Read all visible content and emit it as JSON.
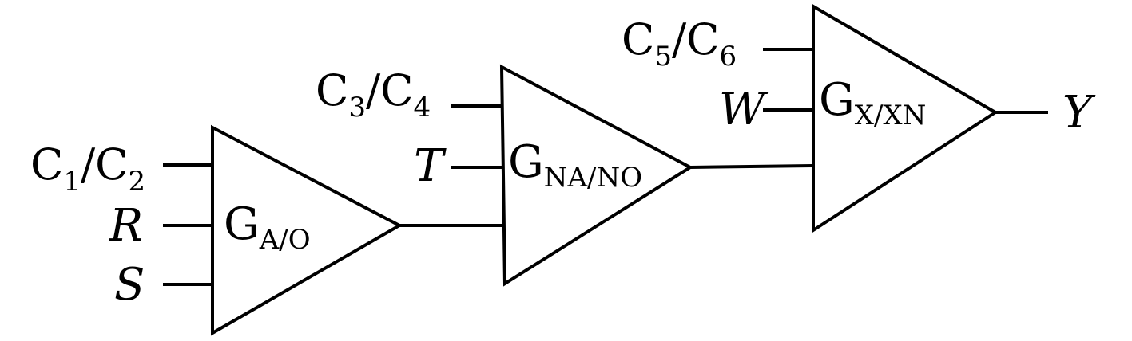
{
  "gates": [
    {
      "id": "g1",
      "letter": "G",
      "subscript": "A/O"
    },
    {
      "id": "g2",
      "letter": "G",
      "subscript": "NA/NO"
    },
    {
      "id": "g3",
      "letter": "G",
      "subscript": "X/XN"
    }
  ],
  "inputs": {
    "c1c2": {
      "a": "C",
      "a_sub": "1",
      "sep": "/",
      "b": "C",
      "b_sub": "2"
    },
    "r": "R",
    "s": "S",
    "c3c4": {
      "a": "C",
      "a_sub": "3",
      "sep": "/",
      "b": "C",
      "b_sub": "4"
    },
    "t": "T",
    "c5c6": {
      "a": "C",
      "a_sub": "5",
      "sep": "/",
      "b": "C",
      "b_sub": "6"
    },
    "w": "W"
  },
  "output": {
    "y": "Y"
  },
  "colors": {
    "stroke": "#000000",
    "background": "#ffffff"
  }
}
